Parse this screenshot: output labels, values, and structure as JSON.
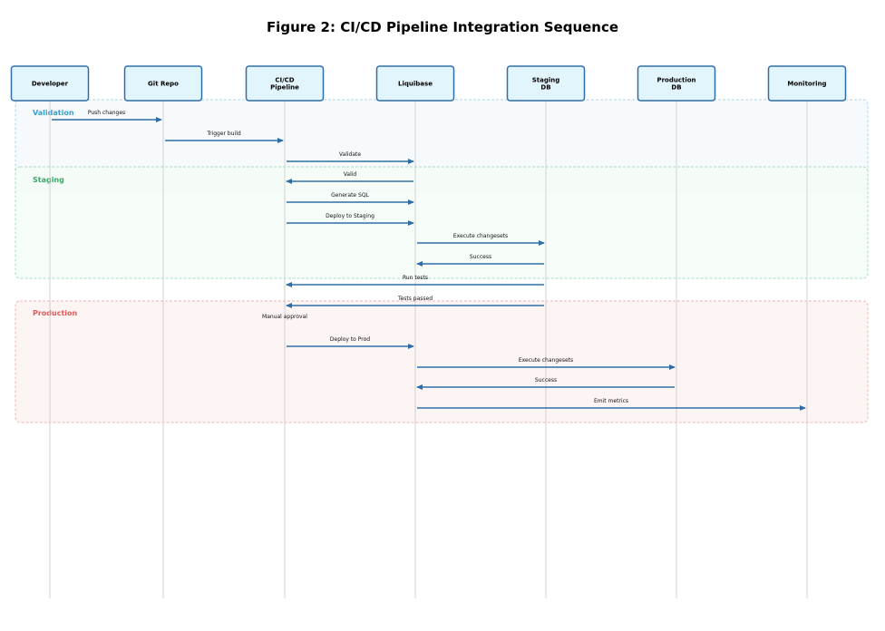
{
  "title": "Figure 2: CI/CD Pipeline Integration Sequence",
  "participants": [
    {
      "id": "dev",
      "label": [
        "Developer"
      ]
    },
    {
      "id": "git",
      "label": [
        "Git Repo"
      ]
    },
    {
      "id": "ci",
      "label": [
        "CI/CD",
        "Pipeline"
      ]
    },
    {
      "id": "lb",
      "label": [
        "Liquibase"
      ]
    },
    {
      "id": "stg",
      "label": [
        "Staging",
        "DB"
      ]
    },
    {
      "id": "prd",
      "label": [
        "Production",
        "DB"
      ]
    },
    {
      "id": "mon",
      "label": [
        "Monitoring"
      ]
    }
  ],
  "phases": [
    {
      "label": "Validation",
      "color": "#3a9fd0",
      "fill": "#f4f9fd",
      "border": "#a9d7ee"
    },
    {
      "label": "Staging",
      "color": "#3aa86a",
      "fill": "#f5fbf7",
      "border": "#a6dcc0"
    },
    {
      "label": "Production",
      "color": "#e05a5a",
      "fill": "#fdf2f2",
      "border": "#f2b6b6"
    }
  ],
  "messages": [
    {
      "label": "Push changes",
      "from": "dev",
      "to": "git"
    },
    {
      "label": "Trigger build",
      "from": "git",
      "to": "ci"
    },
    {
      "label": "Validate",
      "from": "ci",
      "to": "lb"
    },
    {
      "label": "Valid",
      "from": "lb",
      "to": "ci"
    },
    {
      "label": "Generate SQL",
      "from": "ci",
      "to": "lb"
    },
    {
      "label": "Deploy to Staging",
      "from": "ci",
      "to": "lb"
    },
    {
      "label": "Execute changesets",
      "from": "lb",
      "to": "stg"
    },
    {
      "label": "Success",
      "from": "stg",
      "to": "lb"
    },
    {
      "label": "Run tests",
      "from": "stg",
      "to": "ci"
    },
    {
      "label": "Tests passed",
      "from": "stg",
      "to": "ci"
    },
    {
      "label": "Manual approval",
      "from": "ci",
      "to": "ci"
    },
    {
      "label": "Deploy to Prod",
      "from": "ci",
      "to": "lb"
    },
    {
      "label": "Execute changesets",
      "from": "lb",
      "to": "prd"
    },
    {
      "label": "Success",
      "from": "prd",
      "to": "lb"
    },
    {
      "label": "Emit metrics",
      "from": "lb",
      "to": "mon"
    }
  ],
  "colors": {
    "arrow": "#2e6ea8",
    "box_fill": "#e2f4fc",
    "box_stroke": "#2e6ea8",
    "lifeline": "#c8c8c8"
  }
}
